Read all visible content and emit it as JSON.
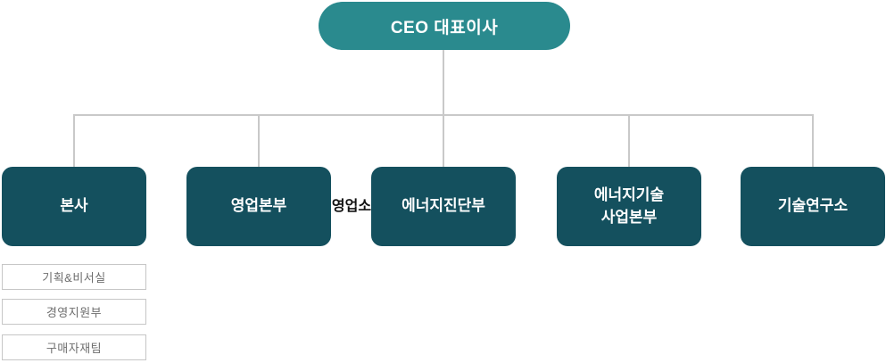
{
  "org_chart": {
    "root": {
      "label": "CEO 대표이사"
    },
    "departments": [
      {
        "label": "본사"
      },
      {
        "label": "영업본부"
      },
      {
        "label": "에너지진단부"
      },
      {
        "label": "에너지기술",
        "label_line2": "사업본부"
      },
      {
        "label": "기술연구소"
      }
    ],
    "sales_office_label": "영업소",
    "headquarters_teams": [
      {
        "label": "기획&비서실"
      },
      {
        "label": "경영지원부"
      },
      {
        "label": "구매자재팀"
      }
    ],
    "colors": {
      "root_fill": "#2A8A8E",
      "department_fill": "#14505E",
      "node_text": "#FFFFFF",
      "connector_line": "#C9C9C9",
      "team_border": "#C6C6C6",
      "team_text": "#6E6E6E",
      "sales_office_text": "#111111",
      "background": "#FFFFFF"
    }
  }
}
